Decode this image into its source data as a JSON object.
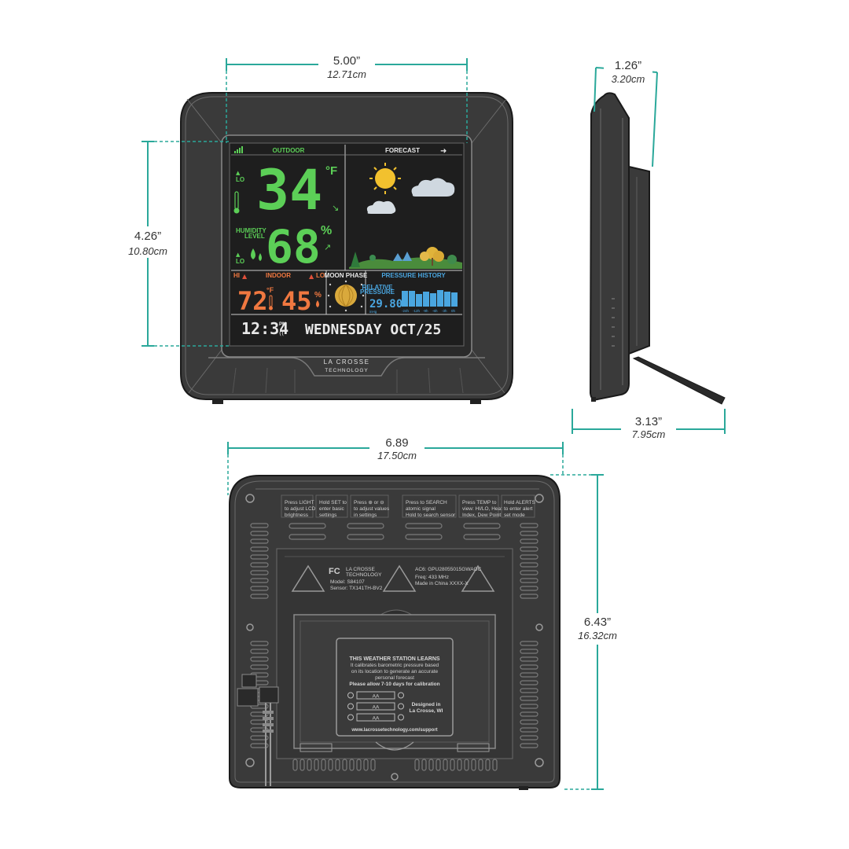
{
  "dimensions": {
    "front_width": {
      "main": "5.00”",
      "sub": "12.71cm"
    },
    "front_height": {
      "main": "4.26”",
      "sub": "10.80cm"
    },
    "side_depth": {
      "main": "1.26”",
      "sub": "3.20cm"
    },
    "stand_depth": {
      "main": "3.13”",
      "sub": "7.95cm"
    },
    "back_width": {
      "main": "6.89",
      "sub": "17.50cm"
    },
    "back_height": {
      "main": "6.43”",
      "sub": "16.32cm"
    }
  },
  "display": {
    "outdoor_label": "OUTDOOR",
    "forecast_label": "FORECAST",
    "outdoor_temp": "34",
    "temp_unit": "°F",
    "humidity_label_line1": "HUMIDITY",
    "humidity_label_line2": "LEVEL",
    "outdoor_humidity": "68",
    "percent": "%",
    "lo": "LO",
    "hi": "HI",
    "indoor_label": "INDOOR",
    "moon_phase_label": "MOON PHASE",
    "pressure_history_label": "PRESSURE HISTORY",
    "indoor_temp": "72",
    "indoor_humidity": "45",
    "relative_pressure_line1": "RELATIVE",
    "relative_pressure_line2": "PRESSURE",
    "pressure_value": "29.80",
    "pressure_unit": "inHg",
    "pressure_hours": [
      "-24h",
      "-12h",
      "-9h",
      "-6h",
      "-3h",
      "0h"
    ],
    "time": "12:34",
    "pm": "PM",
    "date_text": "WEDNESDAY OCT/25"
  },
  "brand": {
    "line1": "LA CROSSE",
    "line2": "TECHNOLOGY"
  },
  "back_panel": {
    "buttons": [
      {
        "l1": "Press LIGHT",
        "l2": "to adjust LCD",
        "l3": "brightness"
      },
      {
        "l1": "Hold SET to",
        "l2": "enter basic",
        "l3": "settings"
      },
      {
        "l1": "Press ⊕ or ⊖",
        "l2": "to adjust values",
        "l3": "in settings"
      },
      {
        "l1": "Press to SEARCH",
        "l2": "atomic signal",
        "l3": "Hold to search sensor"
      },
      {
        "l1": "Press TEMP to",
        "l2": "view: HI/LO, Heat",
        "l3": "Index, Dew Point"
      },
      {
        "l1": "Hold ALERTS",
        "l2": "to enter alert",
        "l3": "set mode"
      }
    ],
    "fc": "FC",
    "brand_small": "LA CROSSE",
    "brand_small2": "TECHNOLOGY",
    "model": "Model: S84107",
    "sensor": "Sensor: TX141TH-BV2",
    "ac": "AC6: GPU28055015GWAOC",
    "freq": "Freq: 433 MHz",
    "made": "Made in China  XXXX-X",
    "learn_title": "THIS WEATHER STATION LEARNS",
    "learn_l1": "It calibrates barometric pressure based",
    "learn_l2": "on its location to generate an accurate",
    "learn_l3": "personal forecast",
    "learn_l4": "Please allow 7-10 days for calibration",
    "battery": "AA",
    "designed1": "Designed in",
    "designed2": "La Crosse, WI",
    "url": "www.lacrossetechnology.com/support"
  }
}
